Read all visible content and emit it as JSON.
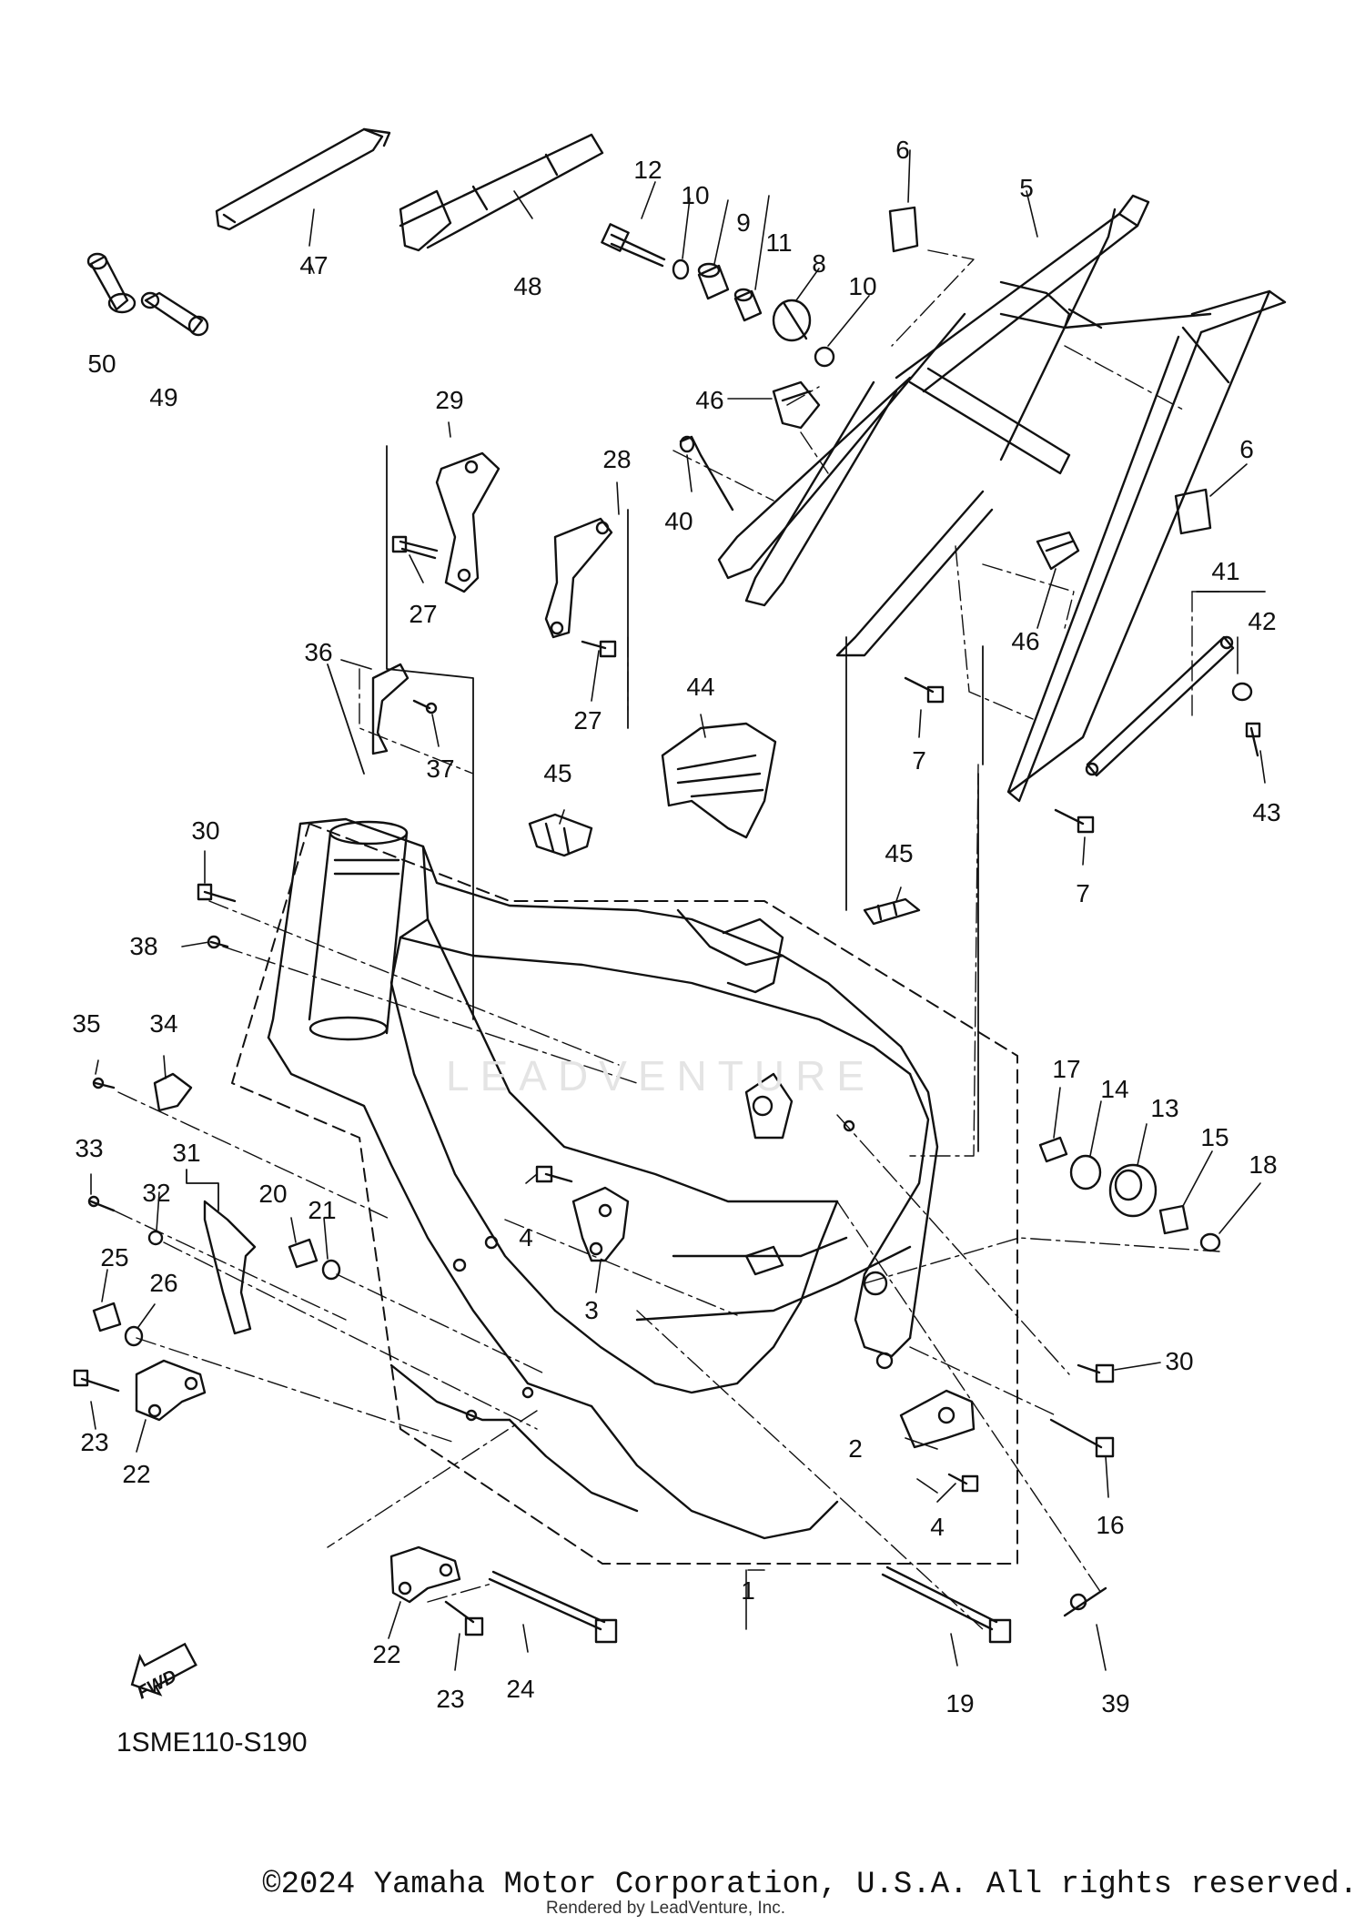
{
  "diagram_code": "1SME110-S190",
  "copyright": "©2024 Yamaha Motor Corporation, U.S.A. All rights reserved.",
  "rendered_by": "Rendered by LeadVenture, Inc.",
  "watermark": "LEADVENTURE",
  "fwd_label": "FWD",
  "colors": {
    "line": "#111111",
    "background": "#ffffff",
    "watermark": "#e4e4e4"
  },
  "callouts": [
    {
      "id": "c1",
      "text": "1"
    },
    {
      "id": "c2",
      "text": "2"
    },
    {
      "id": "c3",
      "text": "3"
    },
    {
      "id": "c4a",
      "text": "4"
    },
    {
      "id": "c4b",
      "text": "4"
    },
    {
      "id": "c5",
      "text": "5"
    },
    {
      "id": "c6a",
      "text": "6"
    },
    {
      "id": "c6b",
      "text": "6"
    },
    {
      "id": "c7a",
      "text": "7"
    },
    {
      "id": "c7b",
      "text": "7"
    },
    {
      "id": "c8",
      "text": "8"
    },
    {
      "id": "c9",
      "text": "9"
    },
    {
      "id": "c10a",
      "text": "10"
    },
    {
      "id": "c10b",
      "text": "10"
    },
    {
      "id": "c11",
      "text": "11"
    },
    {
      "id": "c12",
      "text": "12"
    },
    {
      "id": "c13",
      "text": "13"
    },
    {
      "id": "c14",
      "text": "14"
    },
    {
      "id": "c15",
      "text": "15"
    },
    {
      "id": "c16",
      "text": "16"
    },
    {
      "id": "c17",
      "text": "17"
    },
    {
      "id": "c18",
      "text": "18"
    },
    {
      "id": "c19",
      "text": "19"
    },
    {
      "id": "c20",
      "text": "20"
    },
    {
      "id": "c21",
      "text": "21"
    },
    {
      "id": "c22a",
      "text": "22"
    },
    {
      "id": "c22b",
      "text": "22"
    },
    {
      "id": "c23a",
      "text": "23"
    },
    {
      "id": "c23b",
      "text": "23"
    },
    {
      "id": "c24",
      "text": "24"
    },
    {
      "id": "c25",
      "text": "25"
    },
    {
      "id": "c26",
      "text": "26"
    },
    {
      "id": "c27a",
      "text": "27"
    },
    {
      "id": "c27b",
      "text": "27"
    },
    {
      "id": "c28",
      "text": "28"
    },
    {
      "id": "c29",
      "text": "29"
    },
    {
      "id": "c30a",
      "text": "30"
    },
    {
      "id": "c30b",
      "text": "30"
    },
    {
      "id": "c31",
      "text": "31"
    },
    {
      "id": "c32",
      "text": "32"
    },
    {
      "id": "c33",
      "text": "33"
    },
    {
      "id": "c34",
      "text": "34"
    },
    {
      "id": "c35",
      "text": "35"
    },
    {
      "id": "c36",
      "text": "36"
    },
    {
      "id": "c37",
      "text": "37"
    },
    {
      "id": "c38",
      "text": "38"
    },
    {
      "id": "c39",
      "text": "39"
    },
    {
      "id": "c40",
      "text": "40"
    },
    {
      "id": "c41",
      "text": "41"
    },
    {
      "id": "c42",
      "text": "42"
    },
    {
      "id": "c43",
      "text": "43"
    },
    {
      "id": "c44",
      "text": "44"
    },
    {
      "id": "c45a",
      "text": "45"
    },
    {
      "id": "c45b",
      "text": "45"
    },
    {
      "id": "c46a",
      "text": "46"
    },
    {
      "id": "c46b",
      "text": "46"
    },
    {
      "id": "c47",
      "text": "47"
    },
    {
      "id": "c48",
      "text": "48"
    },
    {
      "id": "c49",
      "text": "49"
    },
    {
      "id": "c50",
      "text": "50"
    }
  ]
}
